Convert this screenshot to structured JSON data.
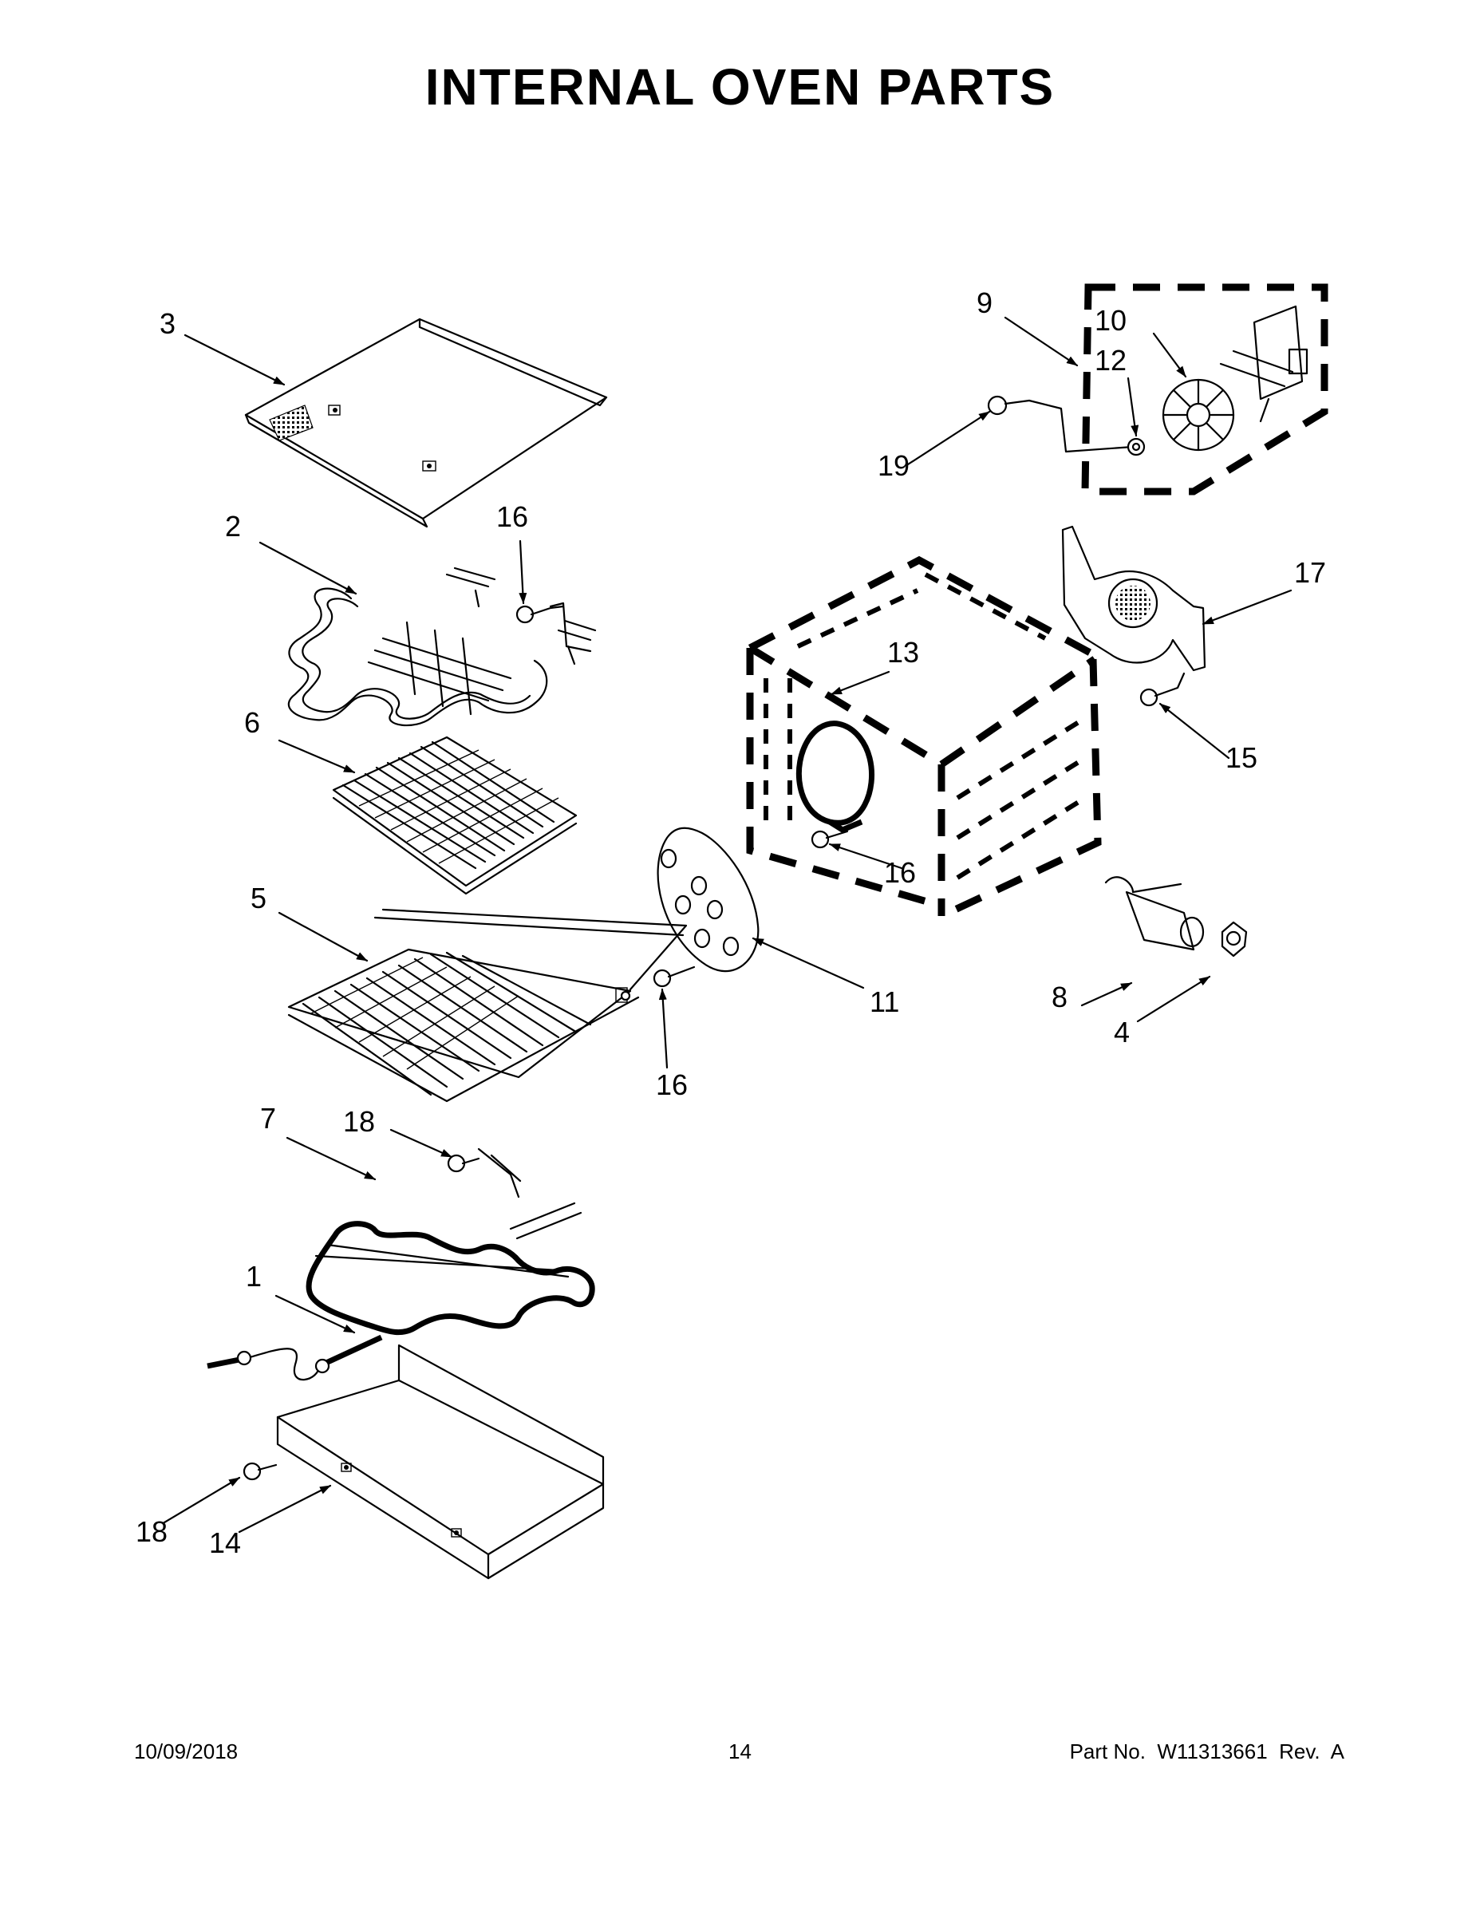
{
  "title": "INTERNAL OVEN PARTS",
  "callouts": {
    "c1": "1",
    "c2": "2",
    "c3": "3",
    "c4": "4",
    "c5": "5",
    "c6": "6",
    "c7": "7",
    "c8": "8",
    "c9": "9",
    "c10": "10",
    "c11": "11",
    "c12": "12",
    "c13": "13",
    "c14": "14",
    "c15": "15",
    "c16a": "16",
    "c16b": "16",
    "c16c": "16",
    "c17": "17",
    "c18a": "18",
    "c18b": "18",
    "c19": "19"
  },
  "footer": {
    "date": "10/09/2018",
    "page": "14",
    "part": "Part No.  W11313661  Rev.  A"
  }
}
